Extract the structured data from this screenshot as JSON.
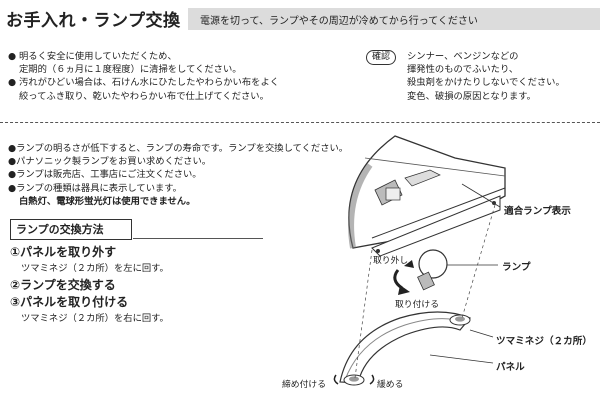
{
  "header": {
    "title": "お手入れ・ランプ交換",
    "subtitle": "電源を切って、ランプやその周辺が冷めてから行ってください"
  },
  "care": {
    "items": [
      {
        "bullet": "●",
        "lines": [
          "明るく安全に使用していただくため、",
          "定期的（６ヵ月に１度程度）に清掃をしてください。"
        ]
      },
      {
        "bullet": "●",
        "lines": [
          "汚れがひどい場合は、石けん水にひたしたやわらかい布をよく",
          "絞ってふき取り、乾いたやわらかい布で仕上げてください。"
        ]
      }
    ]
  },
  "caution": {
    "badge": "確認",
    "lines": [
      "シンナー、ベンジンなどの",
      "揮発性のものでふいたり、",
      "殺虫剤をかけたりしないでください。",
      "変色、破損の原因となります。"
    ]
  },
  "lamp_info": {
    "items": [
      "●ランプの明るさが低下すると、ランプの寿命です。ランプを交換してください。",
      "●パナソニック製ランプをお買い求めください。",
      "●ランプは販売店、工事店にご注文ください。",
      "●ランプの種類は器具に表示しています。"
    ],
    "note": "白熱灯、電球形蛍光灯は使用できません。"
  },
  "howto": {
    "heading": "ランプの交換方法",
    "steps": [
      {
        "title": "①パネルを取り外す",
        "sub": "ツマミネジ（２カ所）を左に回す。"
      },
      {
        "title": "②ランプを交換する",
        "sub": ""
      },
      {
        "title": "③パネルを取り付ける",
        "sub": "ツマミネジ（２カ所）を右に回す。"
      }
    ]
  },
  "diagram": {
    "labels": {
      "lamp_display": "適合ランプ表示",
      "remove": "取り外し",
      "lamp": "ランプ",
      "attach": "取り付ける",
      "knob_screw": "ツマミネジ（２カ所）",
      "panel": "パネル",
      "tighten": "締め付ける",
      "loosen": "緩める"
    }
  },
  "colors": {
    "band": "#dcdcdc",
    "ink": "#222222",
    "fixture": "#6b6b6b"
  }
}
